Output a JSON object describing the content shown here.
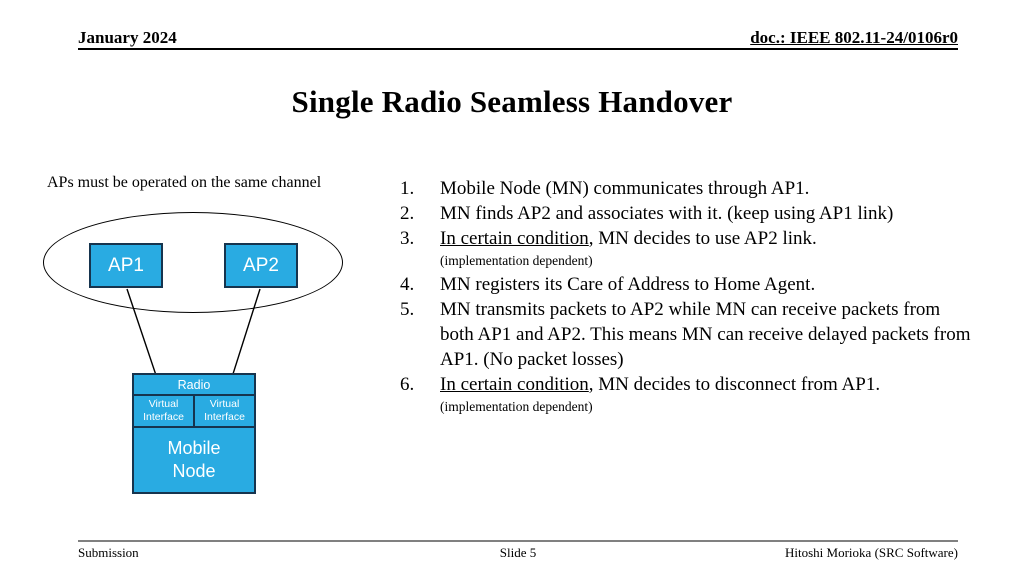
{
  "header": {
    "date": "January 2024",
    "doc": "doc.: IEEE 802.11-24/0106r0"
  },
  "title": "Single Radio Seamless Handover",
  "diagram": {
    "caption": "APs must be operated on the same channel",
    "ap1_label": "AP1",
    "ap2_label": "AP2",
    "radio_label": "Radio",
    "virtual_interface_left_label": "Virtual Interface",
    "virtual_interface_right_label": "Virtual Interface",
    "mobile_node_label": "Mobile Node",
    "node_fill": "#29ABE2",
    "node_border": "#16344E"
  },
  "list": {
    "items": [
      {
        "num": "1.",
        "text": "Mobile Node (MN) communicates through AP1."
      },
      {
        "num": "2.",
        "text": "MN finds AP2 and associates with it. (keep using AP1 link)"
      },
      {
        "num": "3.",
        "underlined": "In certain condition",
        "text": ", MN decides to use AP2 link.",
        "note": "(implementation dependent)"
      },
      {
        "num": "4.",
        "text": "MN registers its Care of Address to Home Agent."
      },
      {
        "num": "5.",
        "text": "MN transmits packets to AP2 while MN can receive packets from both AP1 and AP2. This means MN can receive delayed packets from AP1. (No packet losses)"
      },
      {
        "num": "6.",
        "underlined": "In certain condition",
        "text": ", MN decides to disconnect from AP1.",
        "note": "(implementation dependent)"
      }
    ]
  },
  "footer": {
    "left": "Submission",
    "center": "Slide 5",
    "right": "Hitoshi Morioka (SRC Software)"
  }
}
